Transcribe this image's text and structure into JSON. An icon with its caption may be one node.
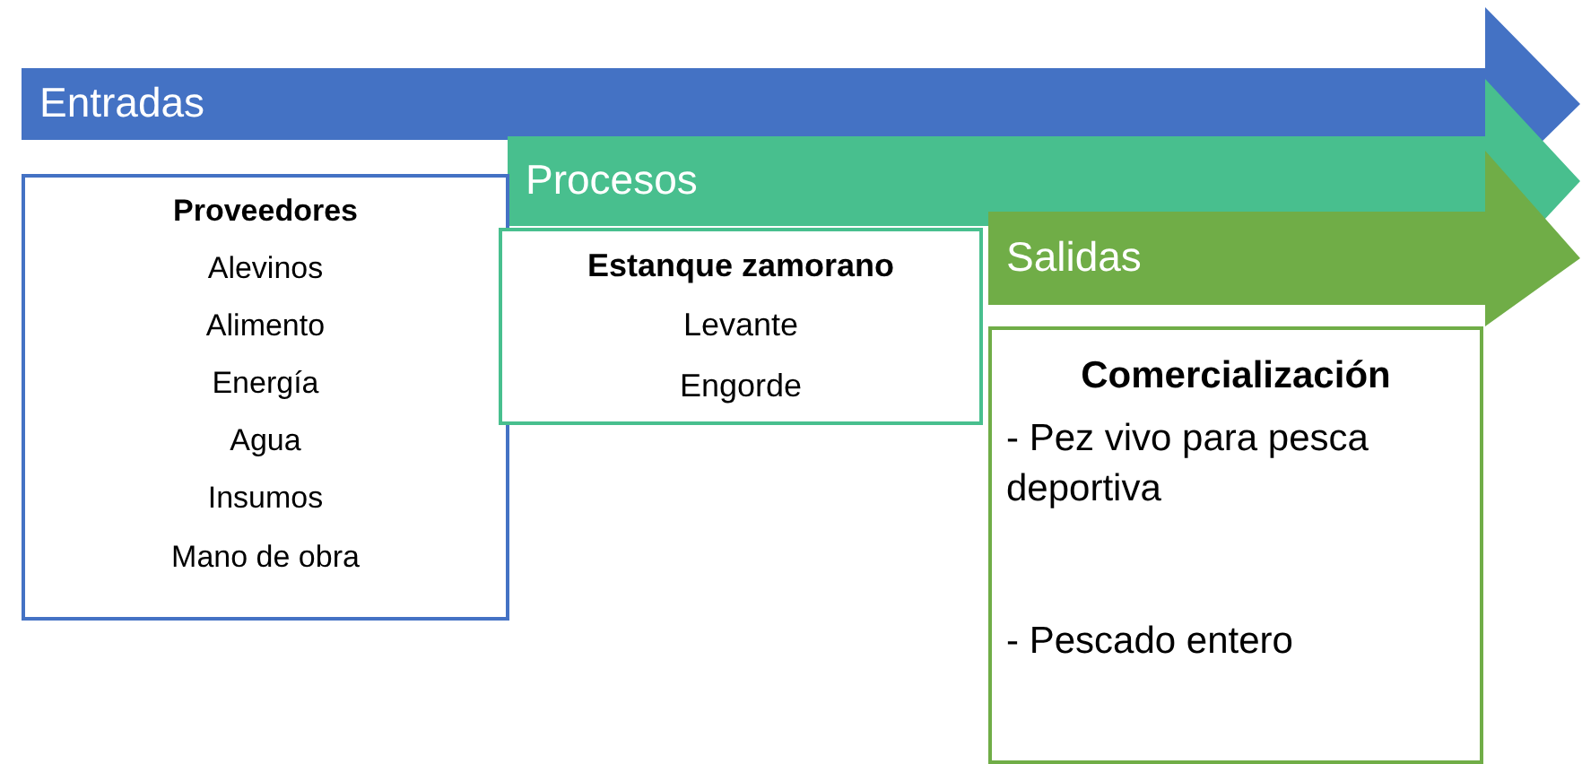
{
  "diagram": {
    "nodes": [
      {
        "text": [
          "Entradas"
        ]
      },
      {
        "text": [
          "Proveedores",
          "Alevinos",
          "Alimento",
          "Energía",
          "Agua",
          "Insumos",
          "Mano de obra"
        ]
      },
      {
        "text": [
          "Procesos"
        ]
      },
      {
        "text": [
          "Estanque zamorano",
          "Levante",
          "Engorde"
        ]
      },
      {
        "text": [
          "Salidas"
        ]
      },
      {
        "text": [
          "Comercialización",
          "- Pez vivo para pesca deportiva",
          "- Pescado entero"
        ]
      }
    ]
  }
}
